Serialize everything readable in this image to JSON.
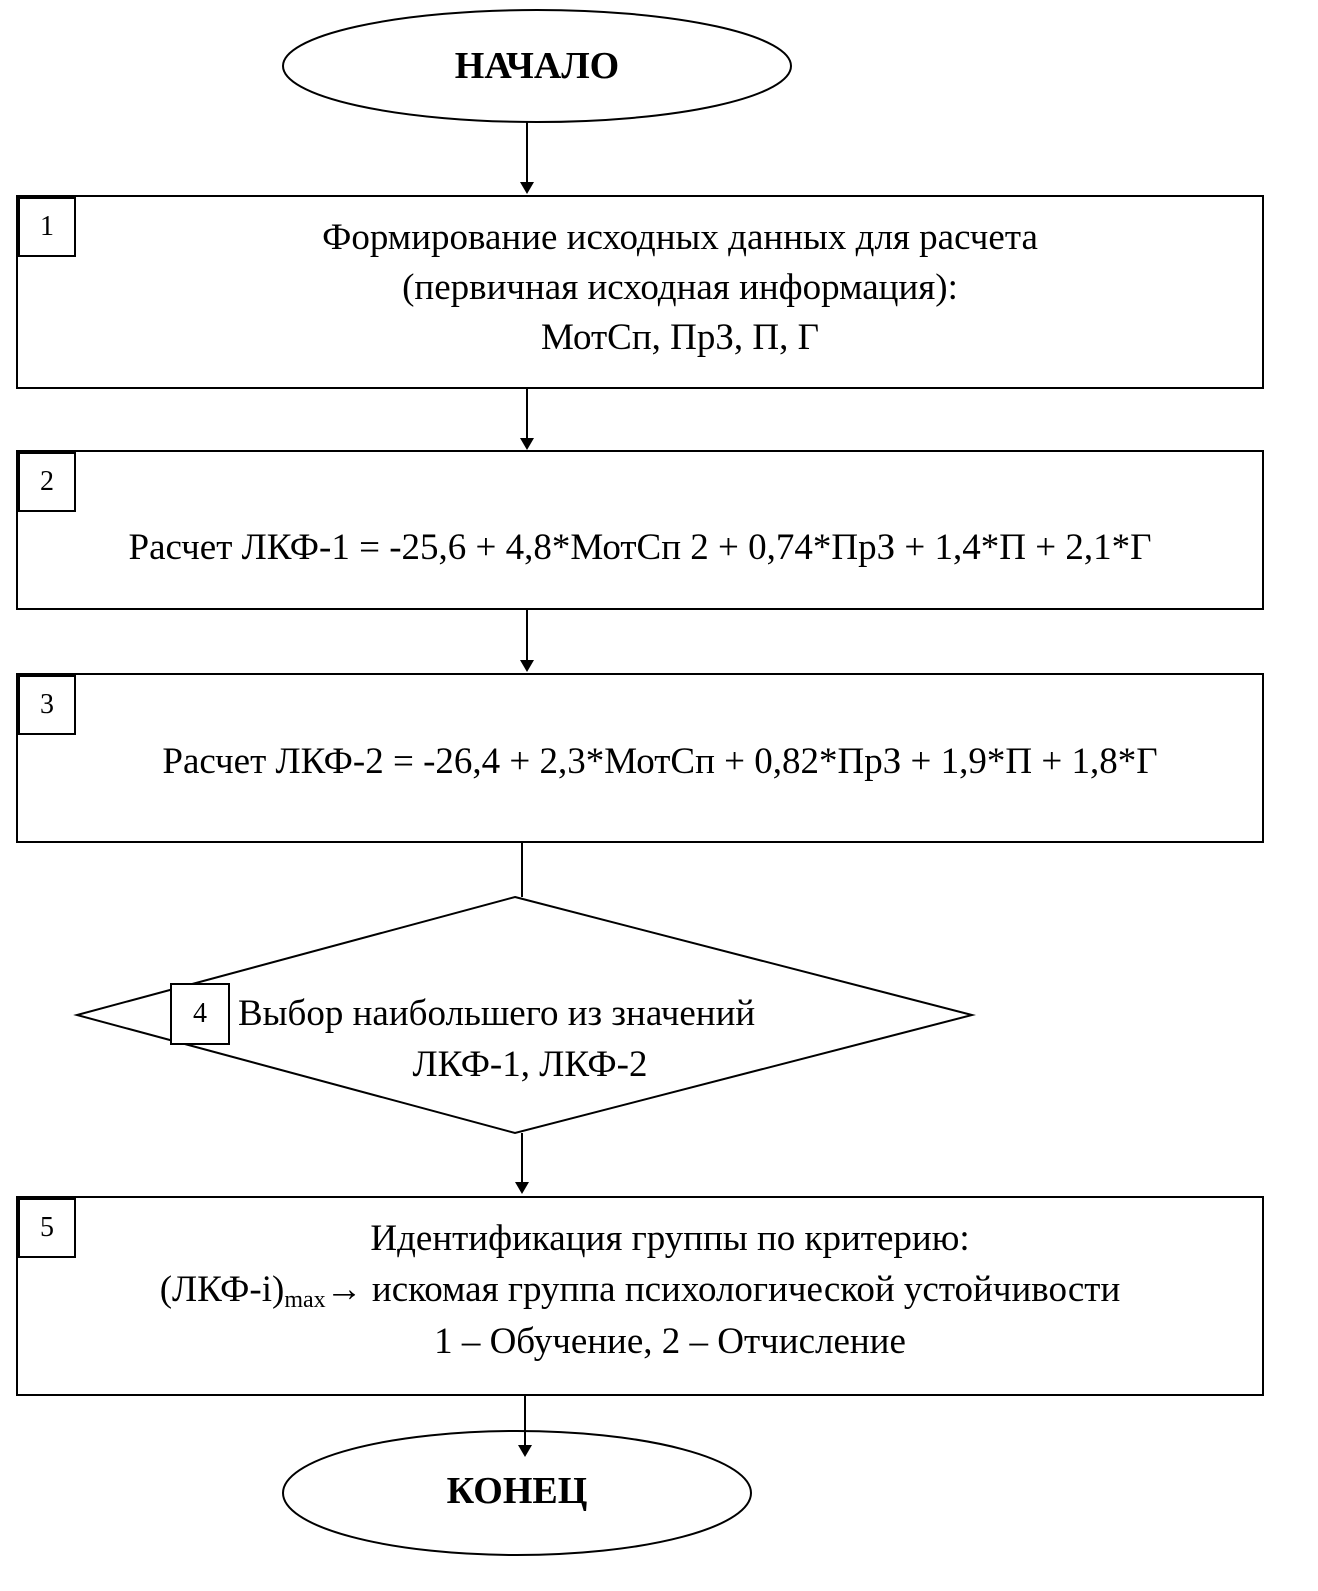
{
  "start": {
    "label": "НАЧАЛО"
  },
  "end": {
    "label": "КОНЕЦ"
  },
  "steps": [
    {
      "number": "1",
      "lines": [
        "Формирование исходных данных для расчета",
        "(первичная исходная информация):",
        "МотСп, ПрЗ, П, Г"
      ]
    },
    {
      "number": "2",
      "lines": [
        "Расчет ЛКФ-1 = -25,6 + 4,8*МотСп 2 + 0,74*ПрЗ + 1,4*П + 2,1*Г"
      ]
    },
    {
      "number": "3",
      "lines": [
        "Расчет ЛКФ-2 = -26,4 + 2,3*МотСп + 0,82*ПрЗ + 1,9*П + 1,8*Г"
      ]
    },
    {
      "number": "4",
      "lines": [
        "Выбор наибольшего из значений",
        "ЛКФ-1, ЛКФ-2"
      ]
    },
    {
      "number": "5",
      "lines": [
        "Идентификация группы по критерию:",
        "→ искомая группа психологической устойчивости",
        "1 – Обучение, 2 – Отчисление"
      ],
      "formula_prefix": "(ЛКФ-i)",
      "formula_sub": "max"
    }
  ]
}
